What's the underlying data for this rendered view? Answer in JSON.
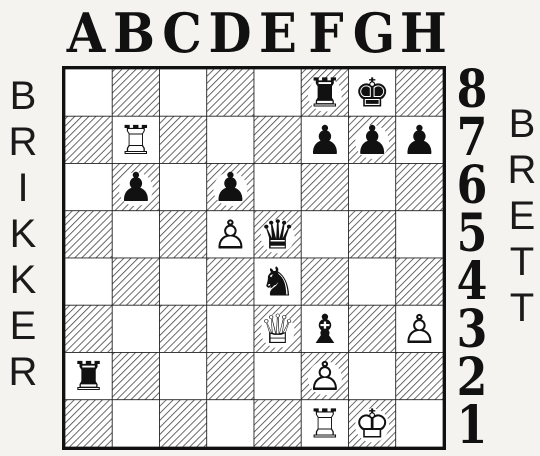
{
  "files": [
    "A",
    "B",
    "C",
    "D",
    "E",
    "F",
    "G",
    "H"
  ],
  "ranks": [
    "8",
    "7",
    "6",
    "5",
    "4",
    "3",
    "2",
    "1"
  ],
  "left_title": "BRIKKER",
  "right_title": "BRETT",
  "colors": {
    "light": "#ffffff",
    "dark_hatch": "#444444",
    "ink": "#111111"
  },
  "pieces": [
    {
      "square": "f8",
      "color": "black",
      "type": "rook"
    },
    {
      "square": "g8",
      "color": "black",
      "type": "king"
    },
    {
      "square": "b7",
      "color": "white",
      "type": "rook"
    },
    {
      "square": "f7",
      "color": "black",
      "type": "pawn"
    },
    {
      "square": "g7",
      "color": "black",
      "type": "pawn"
    },
    {
      "square": "h7",
      "color": "black",
      "type": "pawn"
    },
    {
      "square": "b6",
      "color": "black",
      "type": "pawn"
    },
    {
      "square": "d6",
      "color": "black",
      "type": "pawn"
    },
    {
      "square": "d5",
      "color": "white",
      "type": "pawn"
    },
    {
      "square": "e5",
      "color": "black",
      "type": "queen"
    },
    {
      "square": "e4",
      "color": "black",
      "type": "knight"
    },
    {
      "square": "e3",
      "color": "white",
      "type": "queen"
    },
    {
      "square": "f3",
      "color": "black",
      "type": "bishop"
    },
    {
      "square": "h3",
      "color": "white",
      "type": "pawn"
    },
    {
      "square": "a2",
      "color": "black",
      "type": "rook"
    },
    {
      "square": "f2",
      "color": "white",
      "type": "pawn"
    },
    {
      "square": "f1",
      "color": "white",
      "type": "rook"
    },
    {
      "square": "g1",
      "color": "white",
      "type": "king"
    }
  ]
}
